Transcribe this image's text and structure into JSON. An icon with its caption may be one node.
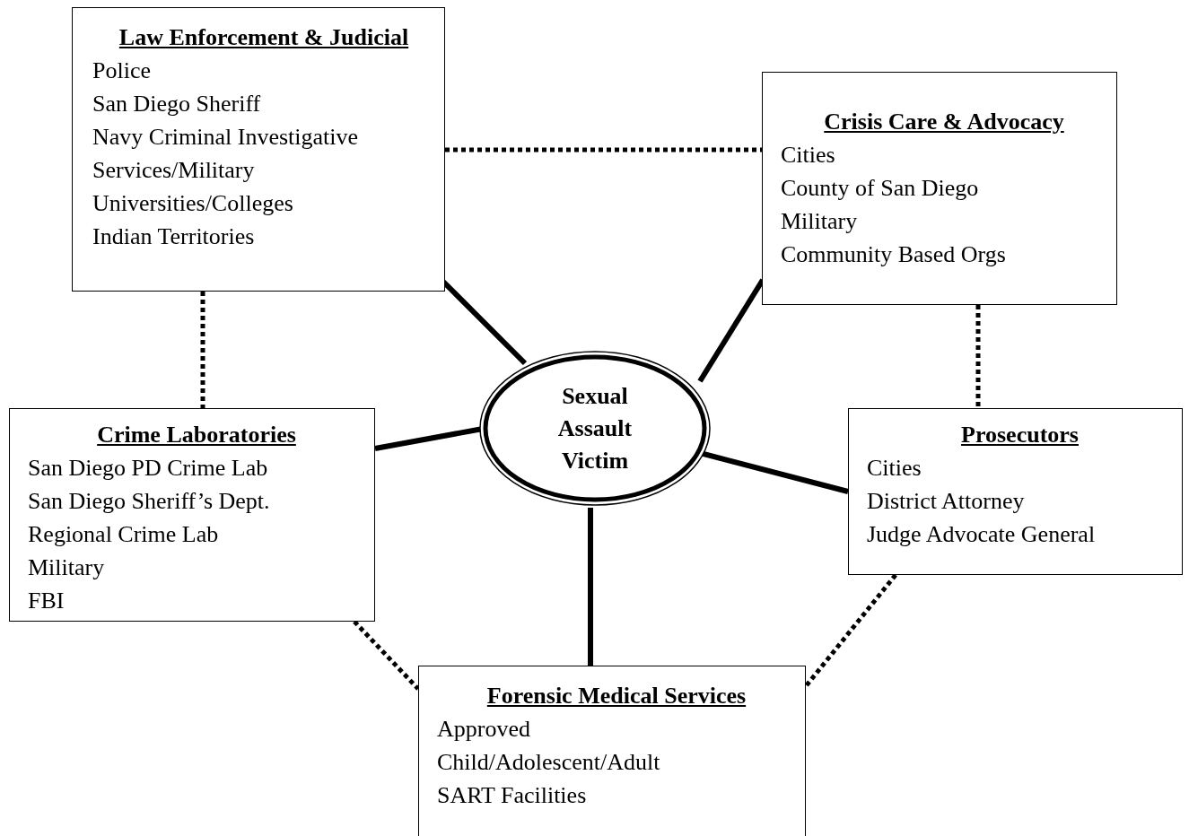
{
  "diagram": {
    "nodes": [
      {
        "text": [
          "Law Enforcement & Judicial",
          "Police",
          "San Diego Sheriff",
          "Navy Criminal Investigative Services/Military",
          "Universities/Colleges",
          "Indian Territories"
        ]
      },
      {
        "text": [
          "Crisis Care & Advocacy",
          "Cities",
          "County of San Diego",
          "Military",
          "Community Based Orgs"
        ]
      },
      {
        "text": [
          "Sexual Assault Victim"
        ]
      },
      {
        "text": [
          "Crime Laboratories",
          "San Diego PD Crime Lab",
          "San Diego Sheriff’s Dept.",
          "Regional Crime Lab",
          "Military",
          "FBI"
        ]
      },
      {
        "text": [
          "Prosecutors",
          "Cities",
          "District Attorney",
          "Judge Advocate General"
        ]
      },
      {
        "text": [
          "Forensic Medical Services",
          "Approved",
          "Child/Adolescent/Adult",
          "SART Facilities"
        ]
      }
    ],
    "edges": [
      {
        "from": 0,
        "to": 2,
        "arrow": "none"
      },
      {
        "from": 1,
        "to": 2,
        "arrow": "none"
      },
      {
        "from": 3,
        "to": 2,
        "arrow": "none"
      },
      {
        "from": 4,
        "to": 2,
        "arrow": "none"
      },
      {
        "from": 5,
        "to": 2,
        "arrow": "none"
      },
      {
        "from": 0,
        "to": 1,
        "arrow": "none",
        "style": "dashed"
      },
      {
        "from": 0,
        "to": 3,
        "arrow": "none",
        "style": "dashed"
      },
      {
        "from": 1,
        "to": 4,
        "arrow": "none",
        "style": "dashed"
      },
      {
        "from": 3,
        "to": 5,
        "arrow": "none",
        "style": "dashed"
      },
      {
        "from": 4,
        "to": 5,
        "arrow": "none",
        "style": "dashed"
      }
    ]
  }
}
